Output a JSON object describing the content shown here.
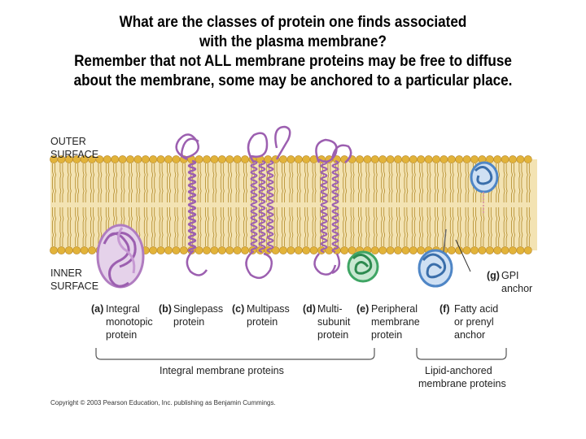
{
  "title": {
    "line1": "What are the classes of protein one finds associated",
    "line2": "with the plasma membrane?",
    "line3": "Remember that not ALL membrane proteins may be free to diffuse",
    "line4": "about the membrane, some may be anchored to a particular place."
  },
  "diagram": {
    "outer_surface": [
      "OUTER",
      "SURFACE"
    ],
    "inner_surface": [
      "INNER",
      "SURFACE"
    ],
    "proteins": [
      {
        "letter": "(a)",
        "lines": [
          "Integral",
          "monotopic",
          "protein"
        ]
      },
      {
        "letter": "(b)",
        "lines": [
          "Singlepass",
          "protein"
        ]
      },
      {
        "letter": "(c)",
        "lines": [
          "Multipass",
          "protein"
        ]
      },
      {
        "letter": "(d)",
        "lines": [
          "Multi-",
          "subunit",
          "protein"
        ]
      },
      {
        "letter": "(e)",
        "lines": [
          "Peripheral",
          "membrane",
          "protein"
        ]
      },
      {
        "letter": "(f)",
        "lines": [
          "Fatty acid",
          "or prenyl",
          "anchor"
        ]
      },
      {
        "letter": "(g)",
        "lines": [
          "GPI",
          "anchor"
        ]
      }
    ],
    "group_integral": "Integral membrane proteins",
    "group_lipid": [
      "Lipid-anchored",
      "membrane proteins"
    ],
    "colors": {
      "head": "#e2b33a",
      "tail": "#b28a2a",
      "band": "#f3e3b3",
      "purple": "#b07cc0",
      "green": "#3fa564",
      "blue": "#4f86c6"
    }
  },
  "copyright": "Copyright © 2003 Pearson Education, Inc. publishing as Benjamin Cummings."
}
